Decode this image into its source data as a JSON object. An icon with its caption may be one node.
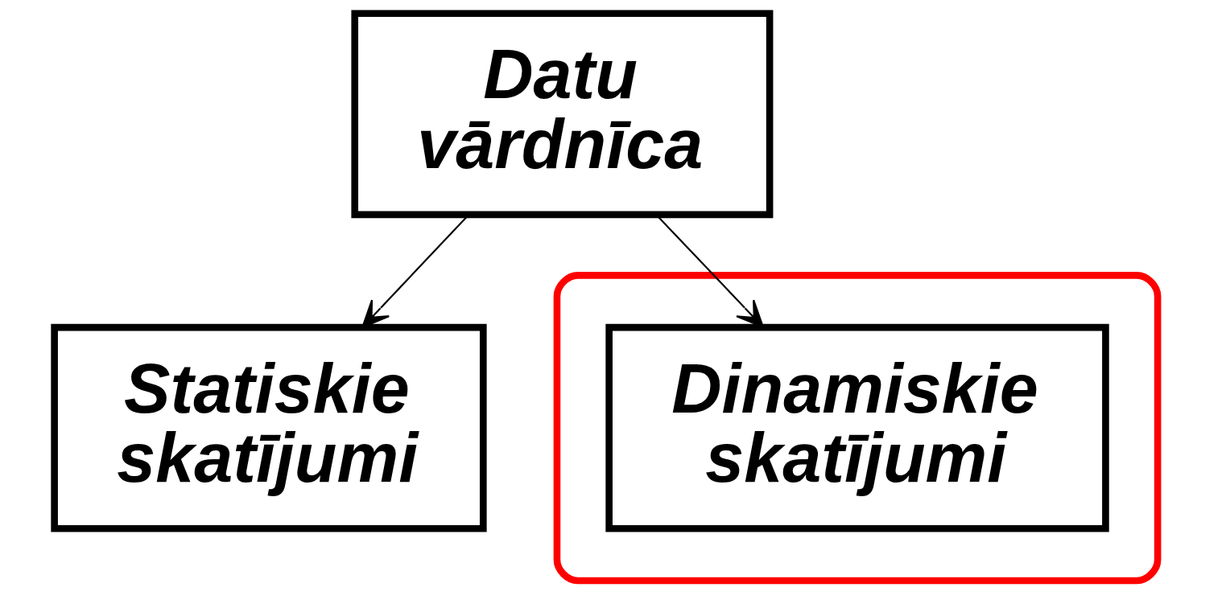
{
  "diagram": {
    "nodes": [
      {
        "text": [
          "Datu vārdnīca"
        ]
      },
      {
        "text": [
          "Statiskie skatījumi"
        ]
      },
      {
        "text": [],
        "shape": "ellipse"
      },
      {
        "text": [
          "Dinamiskie skatījumi"
        ],
        "in": 2
      }
    ],
    "edges": [
      {
        "from": 0,
        "to": 1,
        "arrow": "to"
      },
      {
        "from": 0,
        "to": 3,
        "arrow": "to"
      }
    ]
  }
}
